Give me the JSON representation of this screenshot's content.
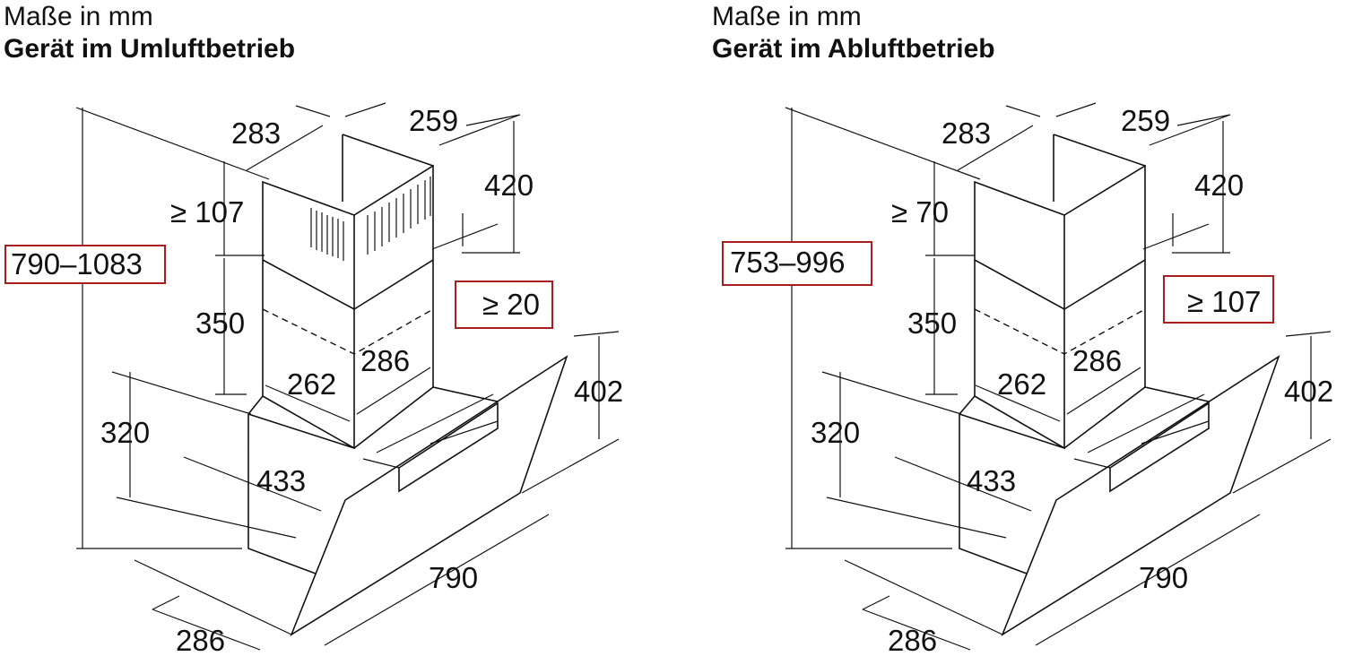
{
  "panels": [
    {
      "title_line1": "Maße in mm",
      "title_line2": "Gerät im Umluftbetrieb",
      "dims": {
        "total_height": "790–1083",
        "chimney_depth": "283",
        "chimney_width": "259",
        "chimney_top_height": "420",
        "min_top_gap": "≥ 107",
        "min_clearance": "≥ 20",
        "chimney_lower_height": "350",
        "inner_width": "262",
        "inner_depth": "286",
        "hood_height": "402",
        "body_height": "320",
        "body_depth": "433",
        "hood_width": "790",
        "base_depth": "286"
      }
    },
    {
      "title_line1": "Maße in mm",
      "title_line2": "Gerät im Abluftbetrieb",
      "dims": {
        "total_height": "753–996",
        "chimney_depth": "283",
        "chimney_width": "259",
        "chimney_top_height": "420",
        "min_top_gap": "≥ 70",
        "min_clearance": "≥ 107",
        "chimney_lower_height": "350",
        "inner_width": "262",
        "inner_depth": "286",
        "hood_height": "402",
        "body_height": "320",
        "body_depth": "433",
        "hood_width": "790",
        "base_depth": "286"
      }
    }
  ],
  "colors": {
    "highlight_box": "#a61e1e",
    "line": "#111111"
  }
}
